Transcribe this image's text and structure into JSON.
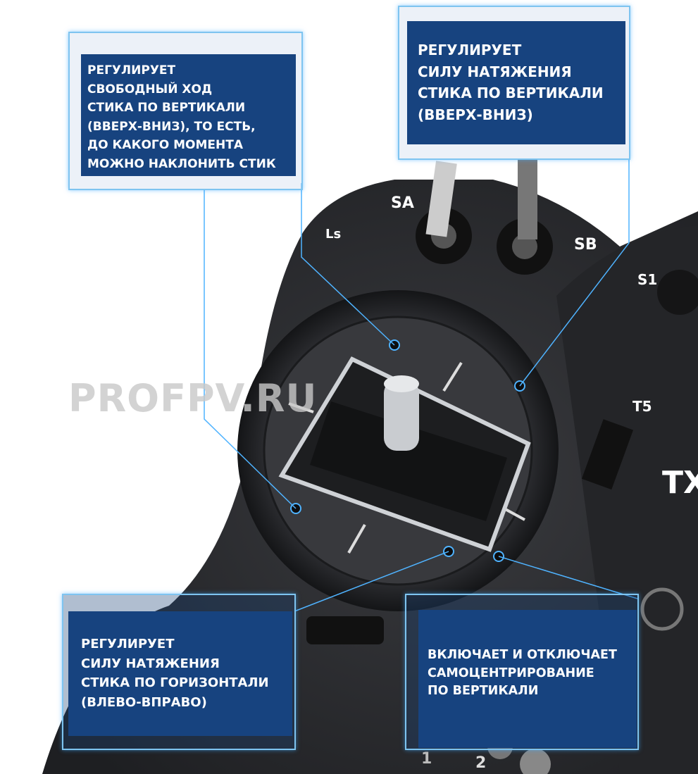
{
  "watermark": "PROFPV.RU",
  "controller_labels": {
    "sa": "SA",
    "sb": "SB",
    "ls": "Ls",
    "s1": "S1",
    "t5": "T5",
    "tx": "TX",
    "n1": "1",
    "n2": "2"
  },
  "callouts": [
    {
      "lines": [
        "РЕГУЛИРУЕТ",
        "СВОБОДНЫЙ ХОД",
        "СТИКА ПО ВЕРТИКАЛИ",
        "(ВВЕРХ-ВНИЗ), ТО ЕСТЬ,",
        "ДО КАКОГО МОМЕНТА",
        "МОЖНО НАКЛОНИТЬ СТИК"
      ]
    },
    {
      "lines": [
        "РЕГУЛИРУЕТ",
        "СИЛУ НАТЯЖЕНИЯ",
        "СТИКА ПО ВЕРТИКАЛИ",
        "(ВВЕРХ-ВНИЗ)"
      ]
    },
    {
      "lines": [
        "РЕГУЛИРУЕТ",
        "СИЛУ НАТЯЖЕНИЯ",
        "СТИКА ПО ГОРИЗОНТАЛИ",
        "(ВЛЕВО-ВПРАВО)"
      ]
    },
    {
      "lines": [
        "ВКЛЮЧАЕТ И ОТКЛЮЧАЕТ",
        "САМОЦЕНТРИРОВАНИЕ",
        "ПО ВЕРТИКАЛИ"
      ]
    }
  ],
  "colors": {
    "box": "#17437f",
    "leader": "#4fb3ff",
    "body": "#2a2b2e"
  }
}
